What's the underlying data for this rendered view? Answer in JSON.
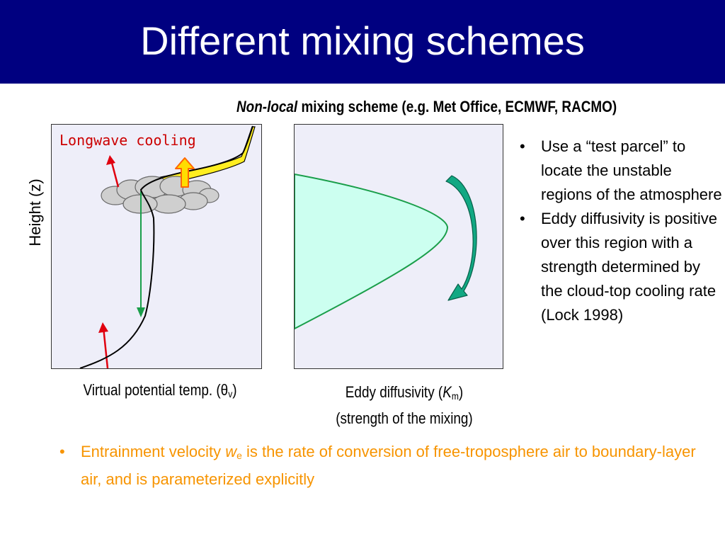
{
  "slide": {
    "title": "Different mixing schemes",
    "subtitle_italic": "Non-local",
    "subtitle_rest": " mixing scheme (e.g. Met Office, ECMWF, RACMO)"
  },
  "diagram_left": {
    "ylabel": "Height (z)",
    "annotation": "Longwave cooling",
    "xlabel_pre": "Virtual potential temp. (",
    "xlabel_symbol": "θ",
    "xlabel_sub": "v",
    "xlabel_post": ")"
  },
  "diagram_right": {
    "xlabel_line1_pre": "Eddy diffusivity (",
    "xlabel_symbol": "K",
    "xlabel_sub": "m",
    "xlabel_line1_post": ")",
    "xlabel_line2": "(strength of the mixing)"
  },
  "bullets_right": [
    {
      "marker": "•",
      "text": "Use a “test parcel” to locate the unstable regions of the atmosphere"
    },
    {
      "marker": "•",
      "text": "Eddy diffusivity is positive over this region with a strength determined by the cloud-top cooling rate (Lock 1998)"
    }
  ],
  "bullet_bottom": {
    "marker": "•",
    "pre": "Entrainment velocity ",
    "var": "w",
    "sub": "e",
    "post": " is the rate of conversion of free-troposphere air to boundary-layer air, and is parameterized explicitly"
  },
  "colors": {
    "title_bar": "#000080",
    "panel_fill": "#eeeef9",
    "annotation_red": "#cc0000",
    "bottom_text_orange": "#f79400",
    "diffusivity_fill": "#ccfff0",
    "profile_green": "#1a9e4a",
    "arrow_teal": "#12a883",
    "inversion_yellow": "#ffee22"
  }
}
